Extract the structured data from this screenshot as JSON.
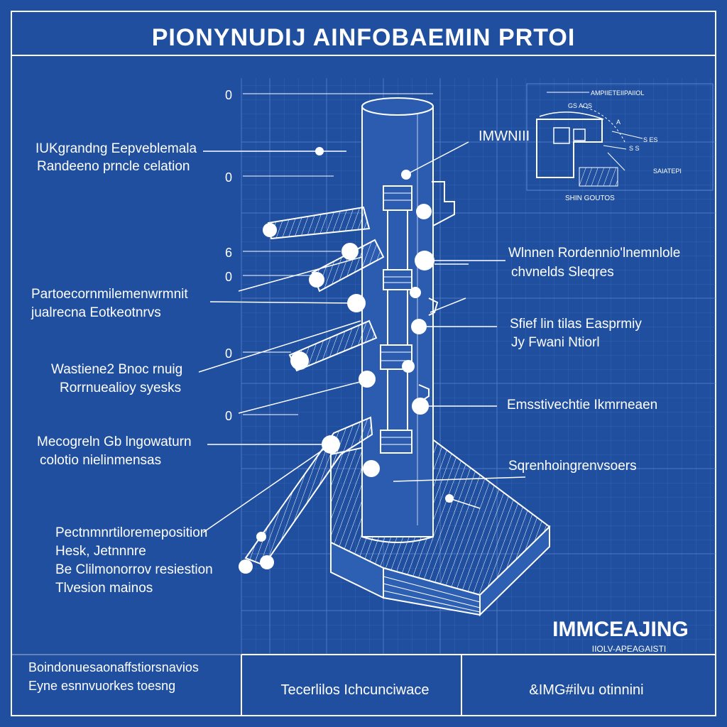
{
  "title": "PIONYNUDIJ AINFOBAEMIN PRTOI",
  "palette": {
    "background": "#1f4f9e",
    "line": "#ffffff",
    "grid": "#4f7dc8",
    "fill_light": "#2d5fb2"
  },
  "left_annotations": [
    {
      "lines": [
        "IUKgrandng Eepveblemala",
        "Randeeno prncle celation"
      ]
    },
    {
      "lines": [
        "Partoecornmilemenwrmnit",
        "jualrecna Eotkeotnrvs"
      ]
    },
    {
      "lines": [
        "Wastiene2 Bnoc rnuig",
        "Rorrnuealioy syesks"
      ]
    },
    {
      "lines": [
        "Mecogreln Gb lngowaturn",
        "colotio nielinmensas"
      ]
    },
    {
      "lines": [
        "Pectnmnrtiloremeposition",
        "Hesk, Jetnnnre",
        "Be Clilmonorrov resiestion",
        "Tlvesion mainos"
      ]
    }
  ],
  "right_annotations": [
    {
      "lines": [
        "Wlnnen Rordennio'lnemnlole",
        "chvnelds Sleqres"
      ]
    },
    {
      "lines": [
        "Sfief lin tilas Easprmiy",
        "Jy Fwani Ntiorl"
      ]
    },
    {
      "lines": [
        "Emsstivechtie Ikmrneaen"
      ]
    },
    {
      "lines": [
        "Sqrenhoingrenvsoers"
      ]
    }
  ],
  "top_label": "IMWNIII",
  "zero_marks": [
    "0",
    "0",
    "6",
    "0",
    "0",
    "0"
  ],
  "detail_inset": {
    "labels": [
      "AMPIIETEIIPAIIOL",
      "GS AOS",
      "A",
      "S ES",
      "S S",
      "SAIATEPI",
      "SHIN GOUTOS"
    ]
  },
  "stamp": {
    "title": "IMMCEAJING",
    "subtitle": "IIOLV-APEAGAISTI"
  },
  "footer": {
    "left_lines": [
      "Boindonuesaonaffstiorsnavios",
      "Eyne esnnvuorkes toesng"
    ],
    "center": "Tecerlilos Ichcunciwace",
    "right": "&IMG#ilvu otinnini"
  }
}
